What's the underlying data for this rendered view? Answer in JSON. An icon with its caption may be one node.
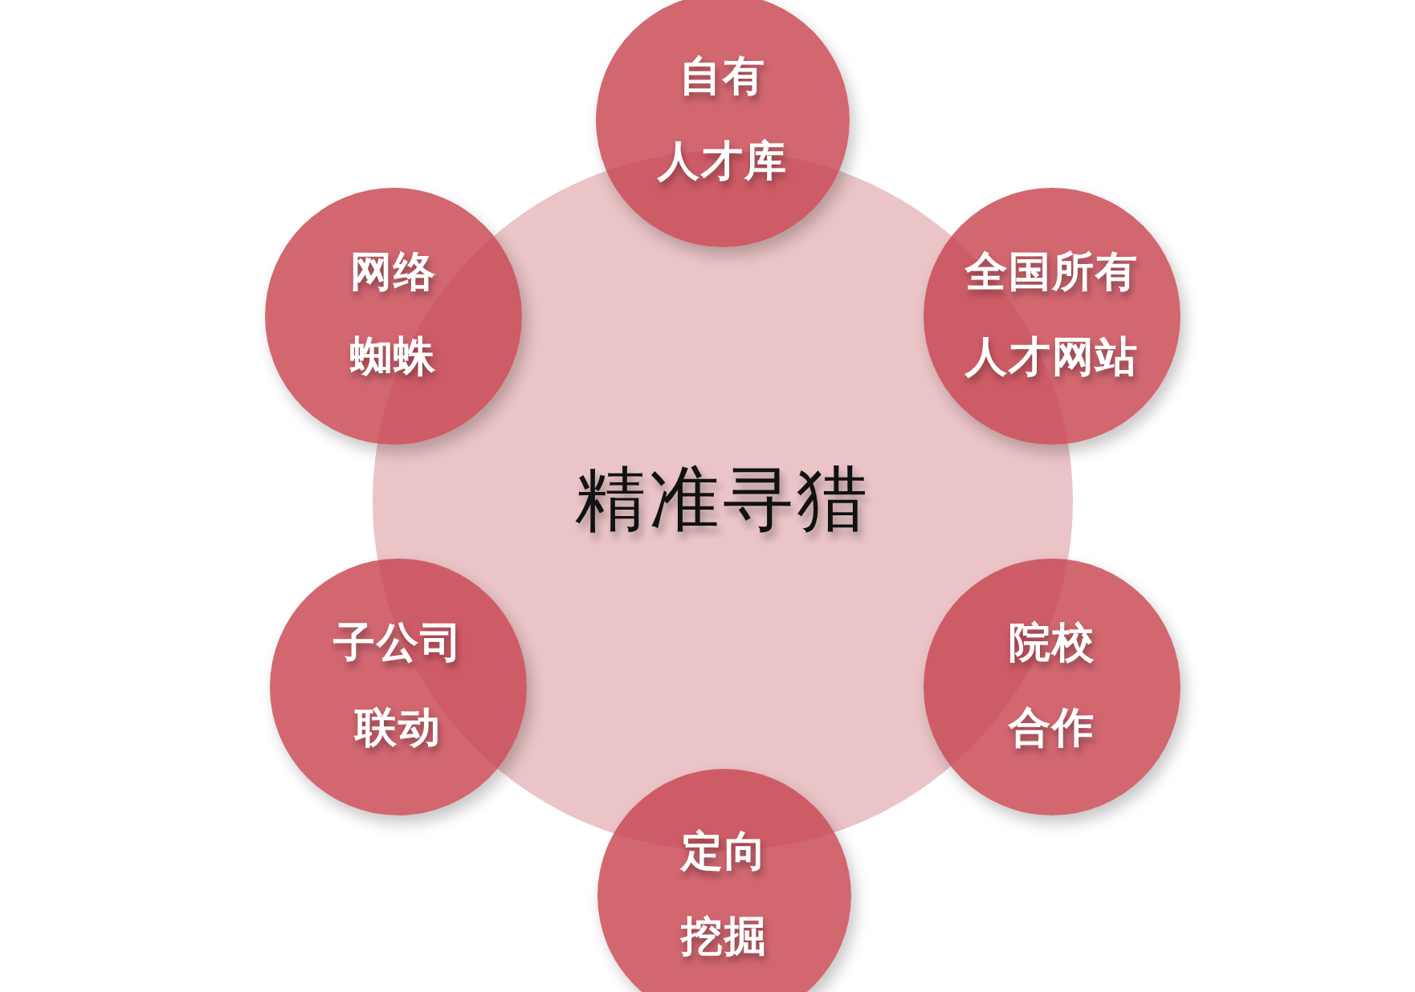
{
  "diagram": {
    "nodes": [
      {
        "text": [
          "精准寻猎"
        ]
      },
      {
        "text": [
          "自有人才库"
        ]
      },
      {
        "text": [
          "全国所有人才网站"
        ]
      },
      {
        "text": [
          "院校合作"
        ]
      },
      {
        "text": [
          "定向挖掘"
        ]
      },
      {
        "text": [
          "子公司联动"
        ]
      },
      {
        "text": [
          "网络蜘蛛"
        ]
      }
    ]
  }
}
